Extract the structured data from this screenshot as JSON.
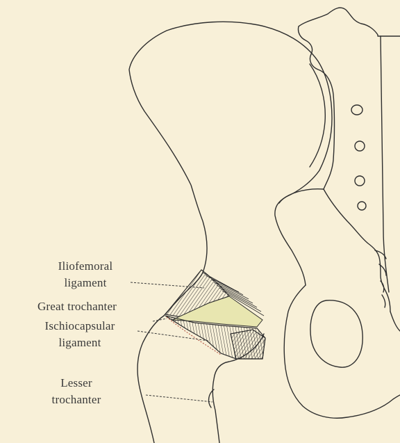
{
  "labels": {
    "iliofemoral_line1": "Iliofemoral",
    "iliofemoral_line2": "ligament",
    "great_trochanter": "Great trochanter",
    "ischiocapsular_line1": "Ischiocapsular",
    "ischiocapsular_line2": "ligament",
    "lesser_line1": "Lesser",
    "lesser_line2": "trochanter"
  },
  "colors": {
    "background": "#f8f0d8",
    "ink": "#2e2e2e",
    "ligament_tint": "#e8e6b0"
  }
}
